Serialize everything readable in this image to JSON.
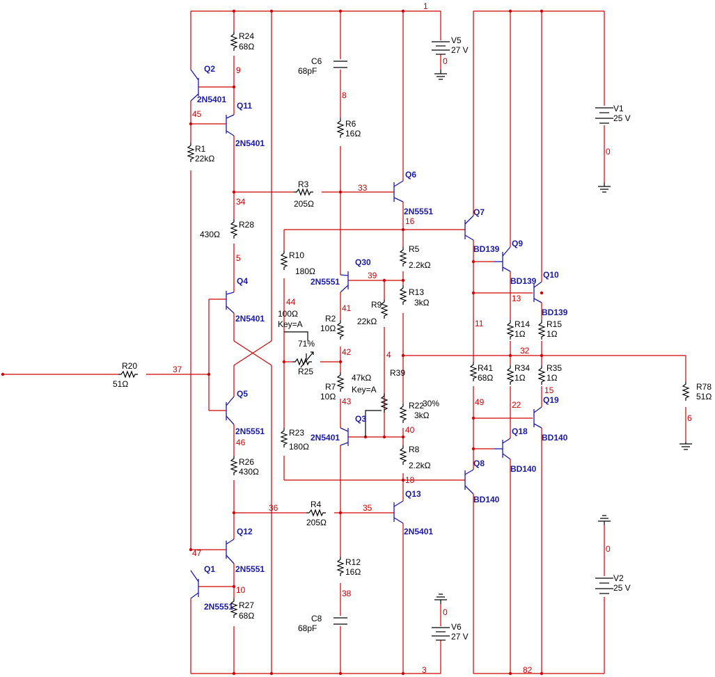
{
  "resistors": [
    {
      "id": "R24",
      "name": "R24",
      "value": "68Ω"
    },
    {
      "id": "R1",
      "name": "R1",
      "value": "22kΩ"
    },
    {
      "id": "R28",
      "name": "R28",
      "value": "430Ω"
    },
    {
      "id": "R26",
      "name": "R26",
      "value": "430Ω"
    },
    {
      "id": "R27",
      "name": "R27",
      "value": "68Ω"
    },
    {
      "id": "R20",
      "name": "R20",
      "value": "51Ω"
    },
    {
      "id": "R3",
      "name": "R3",
      "value": "205Ω"
    },
    {
      "id": "R4",
      "name": "R4",
      "value": "205Ω"
    },
    {
      "id": "R6",
      "name": "R6",
      "value": "16Ω"
    },
    {
      "id": "R12",
      "name": "R12",
      "value": "16Ω"
    },
    {
      "id": "R10",
      "name": "R10",
      "value": "180Ω"
    },
    {
      "id": "R23",
      "name": "R23",
      "value": "180Ω"
    },
    {
      "id": "R2",
      "name": "R2",
      "value": "10Ω"
    },
    {
      "id": "R7",
      "name": "R7",
      "value": "10Ω"
    },
    {
      "id": "R9",
      "name": "R9",
      "value": "22kΩ"
    },
    {
      "id": "R5",
      "name": "R5",
      "value": "2.2kΩ"
    },
    {
      "id": "R13",
      "name": "R13",
      "value": "3kΩ"
    },
    {
      "id": "R22",
      "name": "R22",
      "value": "3kΩ"
    },
    {
      "id": "R8",
      "name": "R8",
      "value": "2.2kΩ"
    },
    {
      "id": "R41",
      "name": "R41",
      "value": "68Ω"
    },
    {
      "id": "R14",
      "name": "R14",
      "value": "1Ω"
    },
    {
      "id": "R15",
      "name": "R15",
      "value": "1Ω"
    },
    {
      "id": "R34",
      "name": "R34",
      "value": "1Ω"
    },
    {
      "id": "R35",
      "name": "R35",
      "value": "1Ω"
    },
    {
      "id": "R78",
      "name": "R78",
      "value": "51Ω"
    }
  ],
  "potentiometers": [
    {
      "id": "R25",
      "name": "R25",
      "value": "100Ω",
      "key": "Key=A",
      "percent": "71%"
    },
    {
      "id": "R39",
      "name": "R39",
      "value": "47kΩ",
      "key": "Key=A",
      "percent": "30%"
    }
  ],
  "capacitors": [
    {
      "id": "C6",
      "name": "C6",
      "value": "68pF"
    },
    {
      "id": "C8",
      "name": "C8",
      "value": "68pF"
    }
  ],
  "sources": [
    {
      "id": "V5",
      "name": "V5",
      "value": "27 V"
    },
    {
      "id": "V6",
      "name": "V6",
      "value": "27 V"
    },
    {
      "id": "V1",
      "name": "V1",
      "value": "25 V"
    },
    {
      "id": "V2",
      "name": "V2",
      "value": "25 V"
    }
  ],
  "transistors": [
    {
      "id": "Q2",
      "name": "Q2",
      "part": "2N5401"
    },
    {
      "id": "Q11",
      "name": "Q11",
      "part": "2N5401"
    },
    {
      "id": "Q4",
      "name": "Q4",
      "part": "2N5401"
    },
    {
      "id": "Q5",
      "name": "Q5",
      "part": "2N5551"
    },
    {
      "id": "Q12",
      "name": "Q12",
      "part": "2N5551"
    },
    {
      "id": "Q1",
      "name": "Q1",
      "part": "2N5551"
    },
    {
      "id": "Q6",
      "name": "Q6",
      "part": "2N5551"
    },
    {
      "id": "Q30",
      "name": "Q30",
      "part": "2N5551"
    },
    {
      "id": "Q3",
      "name": "Q3",
      "part": "2N5401"
    },
    {
      "id": "Q13",
      "name": "Q13",
      "part": "2N5401"
    },
    {
      "id": "Q7",
      "name": "Q7",
      "part": "BD139"
    },
    {
      "id": "Q9",
      "name": "Q9",
      "part": "BD139"
    },
    {
      "id": "Q10",
      "name": "Q10",
      "part": "BD139"
    },
    {
      "id": "Q8",
      "name": "Q8",
      "part": "BD140"
    },
    {
      "id": "Q18",
      "name": "Q18",
      "part": "BD140"
    },
    {
      "id": "Q19",
      "name": "Q19",
      "part": "BD140"
    }
  ],
  "nets": [
    "1",
    "9",
    "45",
    "8",
    "33",
    "34",
    "16",
    "5",
    "44",
    "39",
    "41",
    "42",
    "43",
    "4",
    "13",
    "11",
    "32",
    "37",
    "46",
    "40",
    "18",
    "49",
    "22",
    "15",
    "36",
    "35",
    "47",
    "10",
    "38",
    "0",
    "0",
    "0",
    "0",
    "6",
    "3",
    "82"
  ]
}
